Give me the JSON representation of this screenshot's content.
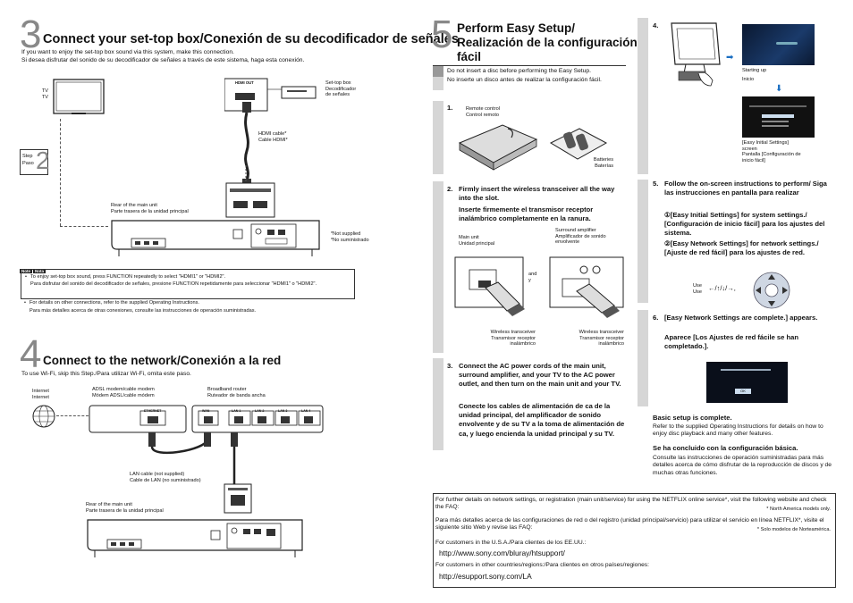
{
  "s3": {
    "number": "3",
    "title": "Connect your set-top box/Conexión de su decodificador de señales",
    "intro_en": "If you want to enjoy the set-top box sound via this system, make this connection.",
    "intro_es": "Si desea disfrutar del sonido de su decodificador de señales a través de este sistema, haga esta conexión.",
    "tv_en": "TV",
    "tv_es": "TV",
    "stb_en": "Set-top box",
    "stb_es1": "Decodificador",
    "stb_es2": "de señales",
    "hdmi_out": "HDMI OUT",
    "hdmi_cable_en": "HDMI cable*",
    "hdmi_cable_es": "Cable HDMI*",
    "step_en": "Step",
    "step_es": "Paso",
    "step_num": "2",
    "rear_en": "Rear of the main unit",
    "rear_es": "Parte trasera de la unidad principal",
    "not_supplied_en": "*Not supplied",
    "not_supplied_es": "*No suministrado",
    "note_badges": [
      "Note",
      "Nota"
    ],
    "note1_en": "To enjoy set-top box sound, press FUNCTION repeatedly to select \"HDMI1\" or \"HDMI2\".",
    "note1_es": "Para disfrutar del sonido del decodificador de señales, presione FUNCTION repetidamente para seleccionar \"HDMI1\" o \"HDMI2\".",
    "note2_en": "For details on other connections, refer to the supplied Operating Instructions.",
    "note2_es": "Para más detalles acerca de otras conexiones, consulte las instrucciones de operación suministradas."
  },
  "s4": {
    "number": "4",
    "title": "Connect to the network/Conexión a la red",
    "intro": "To use Wi-Fi, skip this Step./Para utilizar Wi-Fi, omita este paso.",
    "internet_en": "Internet",
    "internet_es": "Internet",
    "modem_en": "ADSL modem/cable modem",
    "modem_es": "Módem ADSL/cable módem",
    "router_en": "Broadband router",
    "router_es": "Ruteador de banda ancha",
    "ethernet": "ETHERNET",
    "wan": "WAN",
    "lan_ports": [
      "LAN 1",
      "LAN 2",
      "LAN 3",
      "LAN 4"
    ],
    "lan_cable_en": "LAN cable (not supplied)",
    "lan_cable_es": "Cable de LAN (no suministrado)",
    "rear_en": "Rear of the main unit",
    "rear_es": "Parte trasera de la unidad principal"
  },
  "s5": {
    "number": "5",
    "title1": "Perform Easy Setup/",
    "title2": "Realización de la configuración",
    "title3": "fácil",
    "warn_en": "Do not insert a disc before performing the Easy Setup.",
    "warn_es": "No inserte un disco antes de realizar la configuración fácil.",
    "step1_num": "1.",
    "remote_en": "Remote control",
    "remote_es": "Control remoto",
    "batteries_en": "Batteries",
    "batteries_es": "Baterías",
    "step2_num": "2.",
    "step2_en": "Firmly insert the wireless transceiver all the way into the slot.",
    "step2_es": "Inserte firmemente el transmisor receptor inalámbrico completamente en la ranura.",
    "main_unit_en": "Main unit",
    "main_unit_es": "Unidad principal",
    "surround_en": "Surround amplifier",
    "surround_es1": "Amplificador de sonido",
    "surround_es2": "envolvente",
    "and_en": "and",
    "and_es": "y",
    "wt_en": "Wireless transceiver",
    "wt_es1": "Transmisor receptor",
    "wt_es2": "inalámbrico",
    "step3_num": "3.",
    "step3_en": "Connect the AC power cords of the main unit, surround amplifier, and your TV to the AC power outlet, and then turn on the main unit and your TV.",
    "step3_es": "Conecte los cables de alimentación de ca de la unidad principal, del amplificador de sonido envolvente y de su TV a la toma de alimentación de ca, y luego encienda la unidad principal y su TV.",
    "step4_num": "4.",
    "startup_en": "Starting up",
    "startup_es": "Inicio",
    "eis_en1": "[Easy Initial Settings]",
    "eis_en2": "screen",
    "eis_es1": "Pantalla [Configuración de",
    "eis_es2": "inicio fácil]",
    "step5_num": "5.",
    "step5_en": "Follow the on-screen instructions to perform/ Siga las instrucciones en pantalla para realizar",
    "step5_opt1": "①[Easy Initial Settings] for system settings./ [Configuración de inicio fácil] para los ajustes del sistema.",
    "step5_opt2": "②[Easy Network Settings] for network settings./ [Ajuste de red fácil] para los ajustes de red.",
    "use_en": "Use",
    "use_es": "Use",
    "arrows": "←/↑/↓/→,",
    "step6_num": "6.",
    "step6_en": "[Easy Network Settings are complete.] appears.",
    "step6_es": "Aparece [Los Ajustes de red fácile se han completado.].",
    "done_en": "Basic setup is complete.",
    "done_en_body": "Refer to the supplied Operating Instructions for details on how to enjoy disc playback and many other features.",
    "done_es": "Se ha concluido con la configuración básica.",
    "done_es_body": "Consulte las instrucciones de operación suministradas para más detalles acerca de cómo disfrutar de la reproducción de discos y de muchas otras funciones.",
    "ok": "OK"
  },
  "footer": {
    "line1_en": "For further details on network settings, or registration (main unit/service) for using the NETFLIX online service*, visit the following website and check the FAQ:",
    "na_note_en": "* North America models only.",
    "line1_es": "Para más detalles acerca de las configuraciones de red o del registro (unidad principal/servicio) para utilizar el servicio en línea NETFLIX*, visite el siguiente sitio Web y revise las FAQ:",
    "na_note_es": "* Solo modelos de Norteamérica.",
    "us_label": "For customers in the U.S.A./Para clientes de los EE.UU.:",
    "us_url": "http://www.sony.com/bluray/htsupport/",
    "other_label": "For customers in other countries/regions:/Para clientes en otros países/regiones:",
    "other_url": "http://esupport.sony.com/LA"
  }
}
